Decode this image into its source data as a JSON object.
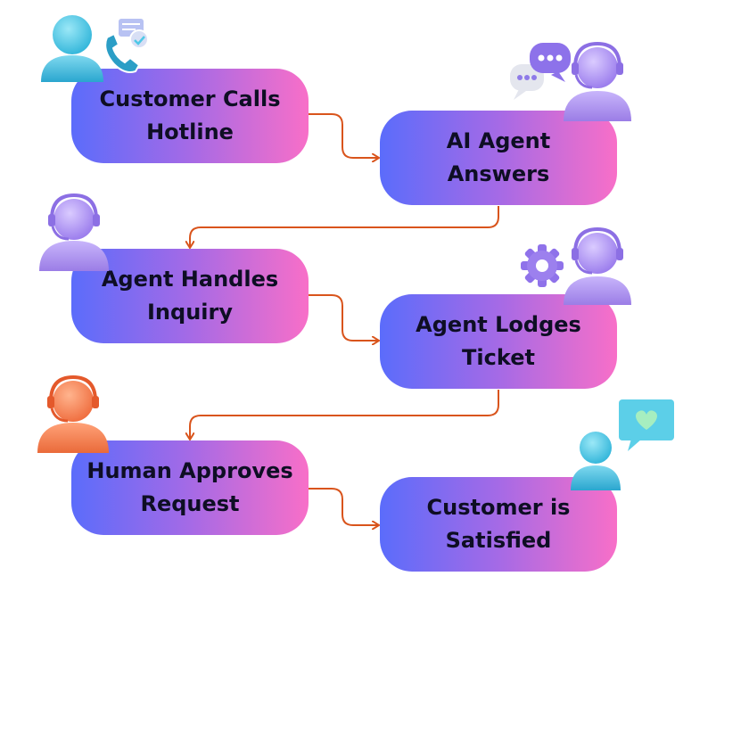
{
  "colors": {
    "connector": "#d9541c",
    "gradient_start": "#5b6cfb",
    "gradient_end": "#f86fc8",
    "agent_purple": "#a98ef0",
    "human_orange": "#f58558",
    "customer_cyan": "#4fc8e6"
  },
  "steps": [
    {
      "label": "Customer Calls\nHotline",
      "icon": "customer-phone-icon"
    },
    {
      "label": "AI Agent\nAnswers",
      "icon": "ai-agent-chat-icon"
    },
    {
      "label": "Agent Handles\nInquiry",
      "icon": "agent-headset-icon"
    },
    {
      "label": "Agent Lodges\nTicket",
      "icon": "agent-gear-icon"
    },
    {
      "label": "Human Approves\nRequest",
      "icon": "human-agent-icon"
    },
    {
      "label": "Customer is\nSatisfied",
      "icon": "customer-heart-icon"
    }
  ]
}
